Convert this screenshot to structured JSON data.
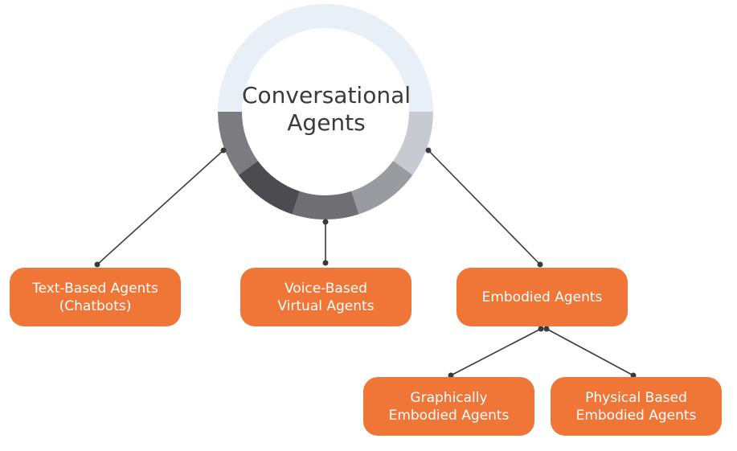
{
  "colors": {
    "node_fill": "#f07638",
    "node_text": "#ffffff",
    "center_text": "#3a3a3c",
    "connector": "#3a3a3c",
    "ring_segments": [
      "#e9eff7",
      "#7b7b80",
      "#4c4b50",
      "#6e6e73",
      "#9a9ba0",
      "#c7cad0"
    ]
  },
  "center": {
    "title": "Conversational\nAgents"
  },
  "nodes": {
    "text_based": "Text-Based Agents\n(Chatbots)",
    "voice_based": "Voice-Based\nVirtual Agents",
    "embodied": "Embodied Agents",
    "graphically_embodied": "Graphically\nEmbodied Agents",
    "physical_embodied": "Physical Based\nEmbodied Agents"
  },
  "edges": [
    {
      "from": "center",
      "to": "text_based"
    },
    {
      "from": "center",
      "to": "voice_based"
    },
    {
      "from": "center",
      "to": "embodied"
    },
    {
      "from": "embodied",
      "to": "graphically_embodied"
    },
    {
      "from": "embodied",
      "to": "physical_embodied"
    }
  ]
}
